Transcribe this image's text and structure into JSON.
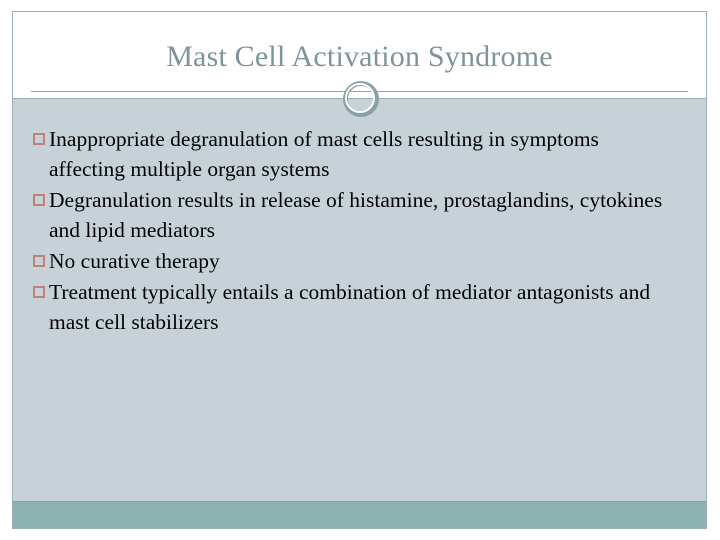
{
  "slide": {
    "title": "Mast Cell Activation Syndrome",
    "bullet_marker_glyph": "□",
    "bullets": [
      "Inappropriate degranulation of mast cells resulting in symptoms affecting multiple organ systems",
      "Degranulation results in release of histamine, prostaglandins, cytokines and lipid mediators",
      "No curative therapy",
      "Treatment typically entails a combination of mediator antagonists and mast cell stabilizers"
    ],
    "colors": {
      "title_text": "#7e949a",
      "body_background": "#c7d2d8",
      "body_text": "#000000",
      "bullet_marker": "#c08273",
      "divider_line": "#8fa3ab",
      "ring_ornament": "#8aa1a6",
      "footer_band": "#8db0b0",
      "slide_border": "#9fb0b5",
      "header_background": "#ffffff"
    }
  }
}
